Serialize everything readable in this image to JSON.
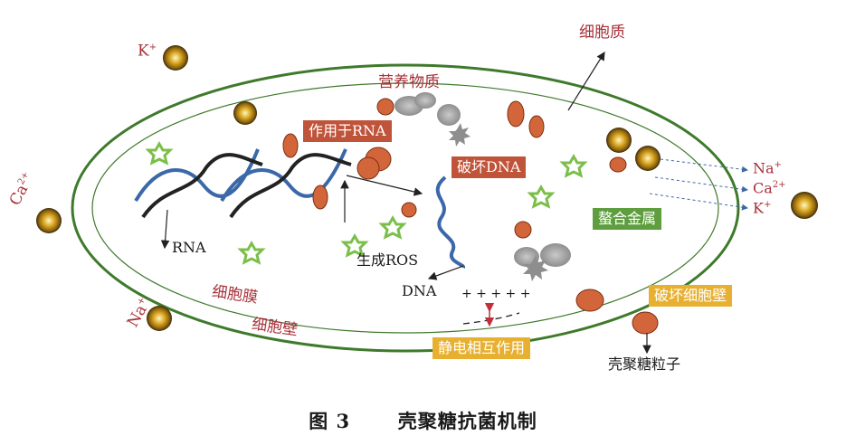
{
  "labels": {
    "k_plus_outer": "K",
    "ca_outer": "Ca",
    "na_outer": "Na",
    "cytoplasm": "细胞质",
    "nutrients": "营养物质",
    "rna": "RNA",
    "ros": "生成ROS",
    "dna": "DNA",
    "membrane": "细胞膜",
    "wall": "细胞壁",
    "na_right": "Na",
    "ca_right": "Ca",
    "k_right": "K",
    "chitosan_particle": "壳聚糖粒子",
    "charges": "+ + + + +",
    "sup_plus": "+",
    "sup_2plus": "2+"
  },
  "boxes": {
    "act_rna": "作用于RNA",
    "destroy_dna": "破坏DNA",
    "chelate_metal": "螯合金属",
    "destroy_wall": "破坏细胞壁",
    "electrostatic": "静电相互作用"
  },
  "caption": {
    "figure_no": "图 3",
    "title": "壳聚糖抗菌机制"
  },
  "colors": {
    "membrane_green": "#3f7a2c",
    "particle_orange": "#d2663a",
    "ros_green": "#7bbf4a",
    "dna_blue": "#3b68a8",
    "box_red": "#c0543a",
    "box_green": "#5e9e3e",
    "box_yellow": "#e7b030",
    "label_red": "#a8323a"
  }
}
